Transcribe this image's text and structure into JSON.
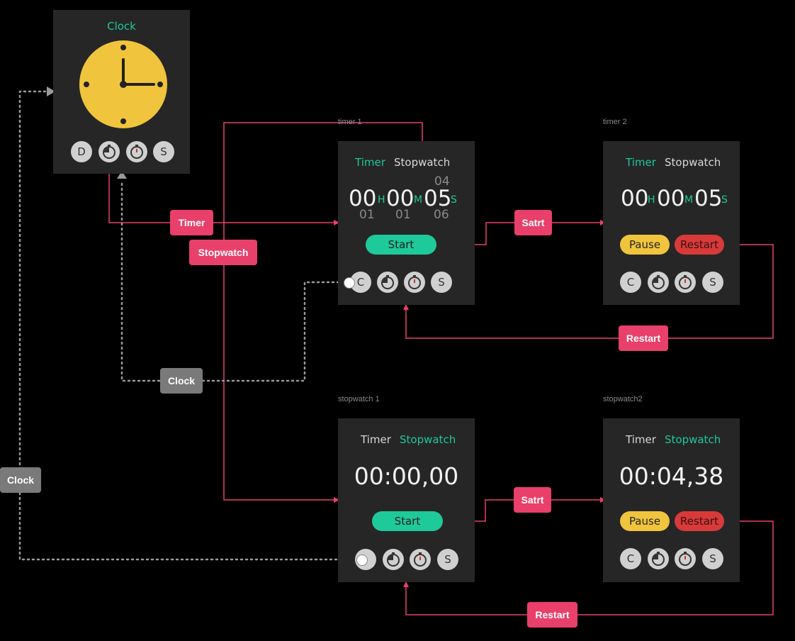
{
  "clock_frame": {
    "title": "Clock",
    "buttons": [
      "D",
      "",
      "",
      "S"
    ]
  },
  "timer1": {
    "label": "timer 1",
    "tabs": [
      "Timer",
      "Stopwatch"
    ],
    "hours": "00",
    "h_unit": "H",
    "minutes": "00",
    "m_unit": "M",
    "seconds": "05",
    "s_unit": "S",
    "hours_below": "01",
    "minutes_below": "01",
    "seconds_above": "04",
    "seconds_below": "06",
    "start_label": "Start",
    "buttons": [
      "C",
      "",
      "",
      "S"
    ]
  },
  "timer2": {
    "label": "timer 2",
    "tabs": [
      "Timer",
      "Stopwatch"
    ],
    "hours": "00",
    "h_unit": "H",
    "minutes": "00",
    "m_unit": "M",
    "seconds": "05",
    "s_unit": "S",
    "pause_label": "Pause",
    "restart_label": "Restart",
    "buttons": [
      "C",
      "",
      "",
      "S"
    ]
  },
  "stopwatch1": {
    "label": "stopwatch 1",
    "tabs": [
      "Timer",
      "Stopwatch"
    ],
    "time": "00:00,00",
    "start_label": "Start",
    "buttons": [
      "",
      "",
      "",
      "S"
    ]
  },
  "stopwatch2": {
    "label": "stopwatch2",
    "tabs": [
      "Timer",
      "Stopwatch"
    ],
    "time": "00:04,38",
    "pause_label": "Pause",
    "restart_label": "Restart",
    "buttons": [
      "C",
      "",
      "",
      "S"
    ]
  },
  "connectors": {
    "timer": "Timer",
    "stopwatch": "Stopwatch",
    "satrt_top": "Satrt",
    "satrt_bottom": "Satrt",
    "restart_top": "Restart",
    "restart_bottom": "Restart",
    "clock_middle": "Clock",
    "clock_left": "Clock"
  },
  "colors": {
    "accent": "#1ec99a",
    "link": "#e8406a",
    "back_link": "#9a9a9a",
    "clock_face": "#f0c43c"
  }
}
